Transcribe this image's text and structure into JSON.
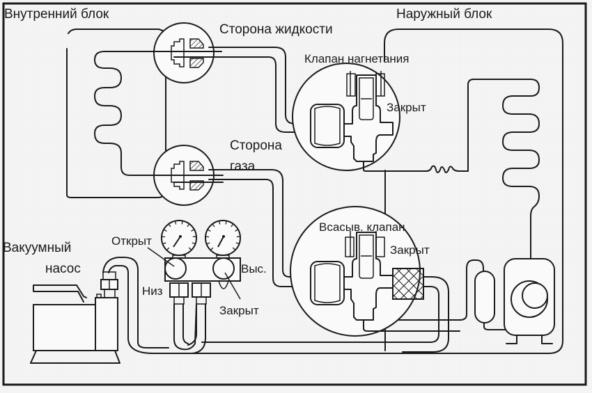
{
  "diagram": {
    "title": "Вакуумирование системы кондиционера",
    "labels": {
      "indoor_unit": "Внутренний блок",
      "outdoor_unit": "Наружный блок",
      "liquid_side": "Сторона жидкости",
      "gas_side_line1": "Сторона",
      "gas_side_line2": "газа",
      "discharge_valve": "Клапан нагнетания",
      "discharge_valve_state": "Закрыт",
      "suction_valve": "Всасыв. клапан",
      "suction_valve_state": "Закрыт",
      "vacuum_pump_line1": "Вакуумный",
      "vacuum_pump_line2": "насос",
      "manifold_low_state": "Открыт",
      "manifold_low": "Низ",
      "manifold_high": "Выс.",
      "manifold_high_state": "Закрыт"
    },
    "components": [
      "indoor-evaporator-coil",
      "liquid-side-flare-nut",
      "gas-side-flare-nut",
      "discharge-valve",
      "suction-valve",
      "filter-drier",
      "capillary-coil",
      "condenser-coil",
      "accumulator",
      "compressor",
      "manifold-gauge",
      "vacuum-pump"
    ],
    "colors": {
      "line": "#1a1a1a",
      "background": "#fafafa"
    }
  }
}
